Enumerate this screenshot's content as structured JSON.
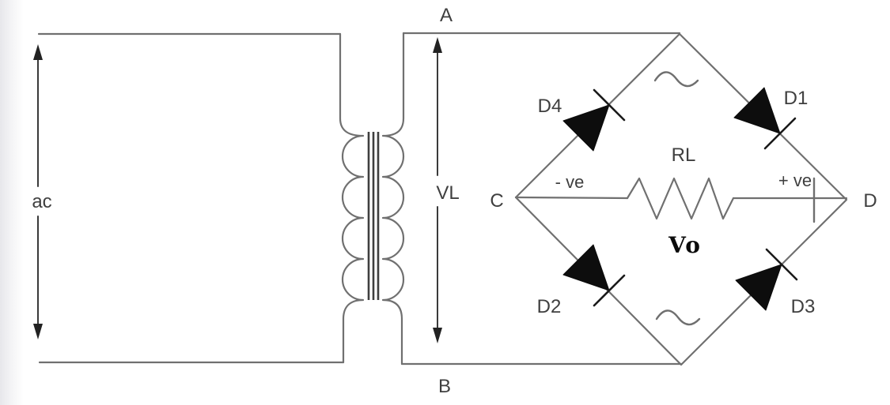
{
  "circuit": {
    "source": {
      "label": "ac"
    },
    "transformer": {
      "secondary_top_terminal": "A",
      "secondary_bottom_terminal": "B",
      "secondary_voltage": "VL"
    },
    "bridge": {
      "node_left": "C",
      "node_right": "D",
      "diodes": {
        "d1": "D1",
        "d2": "D2",
        "d3": "D3",
        "d4": "D4"
      }
    },
    "load": {
      "resistor": "RL",
      "negative_terminal": "- ve",
      "positive_terminal": "+ ve",
      "output_voltage": "Vo"
    }
  },
  "icons": {
    "ac_ripple": "~"
  },
  "colors": {
    "wire": "#707070",
    "transformer_core": "#3f3f3f",
    "arrow": "#3a3a3a",
    "diode_fill": "#0d0d0d",
    "label_text": "#3f3f3f",
    "output_label_text": "#0b0b0b",
    "background": "#ffffff",
    "left_edge_band": "#e7e7eb"
  }
}
